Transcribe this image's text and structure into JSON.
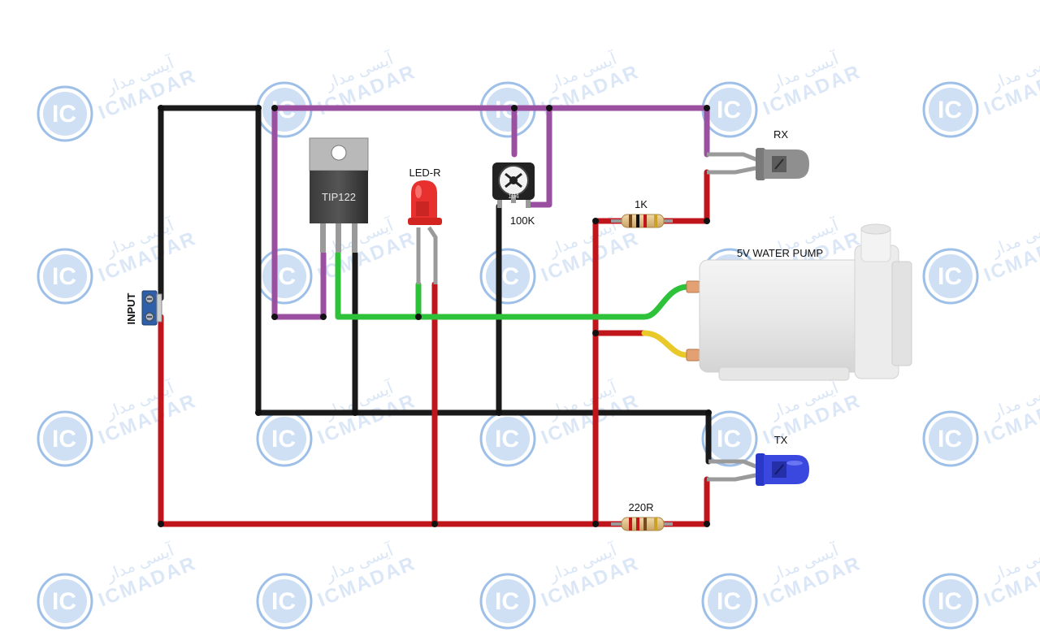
{
  "watermark": {
    "latin": "ICMADAR",
    "persian": "آیسی مدار",
    "logo": "IC"
  },
  "labels": {
    "input": "INPUT",
    "transistor": "TIP122",
    "led": "LED-R",
    "pot": "100K",
    "rx": "RX",
    "tx": "TX",
    "r1": "1K",
    "r2": "220R",
    "pump": "5V WATER PUMP",
    "pot_marking": "104"
  },
  "colors": {
    "wire_black": "#1a1a1a",
    "wire_red": "#c0161b",
    "wire_purple": "#9b4fa0",
    "wire_green": "#2ec23a",
    "wire_yellow": "#e9c92a",
    "led_red": "#e8302e",
    "led_blue": "#3b48e0",
    "led_gray": "#8f8f8f",
    "terminal_blue": "#2f5fa8"
  },
  "icons": [
    "terminal-block-icon",
    "transistor-icon",
    "led-icon",
    "potentiometer-icon",
    "resistor-icon",
    "pump-icon",
    "photodiode-icon"
  ]
}
